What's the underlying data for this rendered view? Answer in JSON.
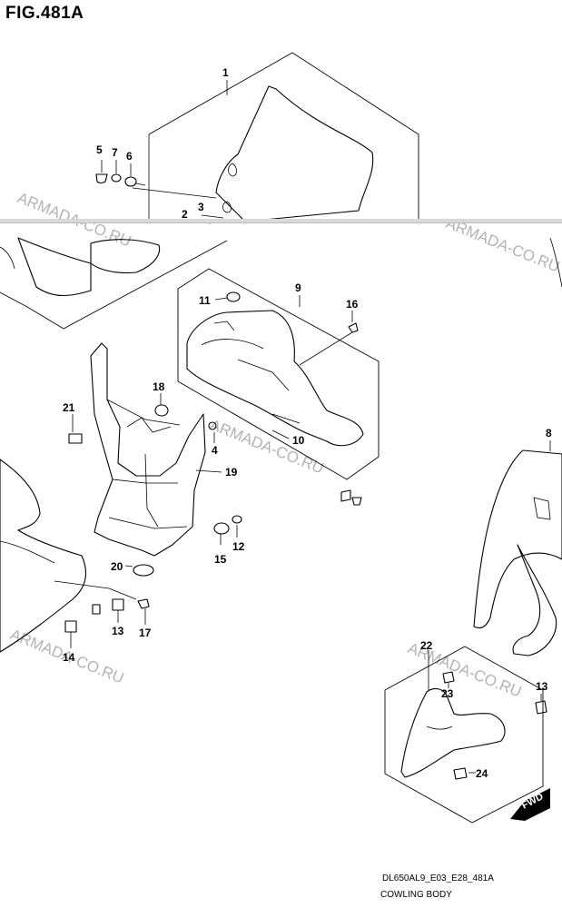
{
  "figure": {
    "title": "FIG.481A",
    "code": "DL650AL9_E03_E28_481A",
    "caption": "COWLING BODY",
    "fwd_label": "FWD"
  },
  "watermark": "ARMADA-CO.RU",
  "callouts": {
    "c1": "1",
    "c2": "2",
    "c3": "3",
    "c4": "4",
    "c5": "5",
    "c6": "6",
    "c7": "7",
    "c8": "8",
    "c9": "9",
    "c10": "10",
    "c11": "11",
    "c12": "12",
    "c13a": "13",
    "c13b": "13",
    "c14": "14",
    "c15": "15",
    "c16": "16",
    "c17": "17",
    "c18": "18",
    "c19": "19",
    "c20": "20",
    "c21": "21",
    "c22": "22",
    "c23": "23",
    "c24": "24"
  }
}
